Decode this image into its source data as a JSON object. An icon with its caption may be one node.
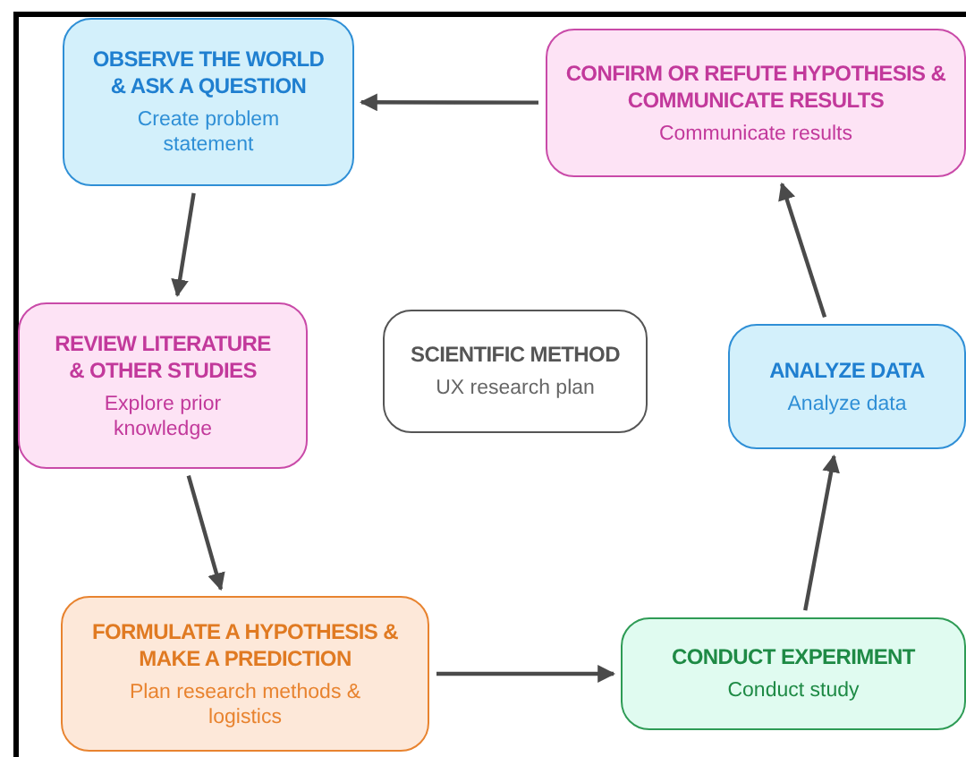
{
  "diagram": {
    "nodes": [
      {
        "text": [
          "OBSERVE THE WORLD & ASK A QUESTION",
          "Create problem statement"
        ]
      },
      {
        "text": [
          "CONFIRM OR REFUTE HYPOTHESIS & COMMUNICATE RESULTS",
          "Communicate results"
        ]
      },
      {
        "text": [
          "REVIEW LITERATURE & OTHER STUDIES",
          "Explore prior knowledge"
        ]
      },
      {
        "text": [
          "SCIENTIFIC METHOD",
          "UX research plan"
        ]
      },
      {
        "text": [
          "ANALYZE DATA",
          "Analyze data"
        ]
      },
      {
        "text": [
          "FORMULATE A HYPOTHESIS & MAKE A PREDICTION",
          "Plan research methods & logistics"
        ]
      },
      {
        "text": [
          "CONDUCT EXPERIMENT",
          "Conduct study"
        ]
      }
    ],
    "edges": [
      {
        "from": 1,
        "to": 0,
        "arrow": "to"
      },
      {
        "from": 0,
        "to": 2,
        "arrow": "to"
      },
      {
        "from": 2,
        "to": 5,
        "arrow": "to"
      },
      {
        "from": 5,
        "to": 6,
        "arrow": "to"
      },
      {
        "from": 6,
        "to": 4,
        "arrow": "to"
      },
      {
        "from": 4,
        "to": 1,
        "arrow": "to"
      }
    ]
  }
}
